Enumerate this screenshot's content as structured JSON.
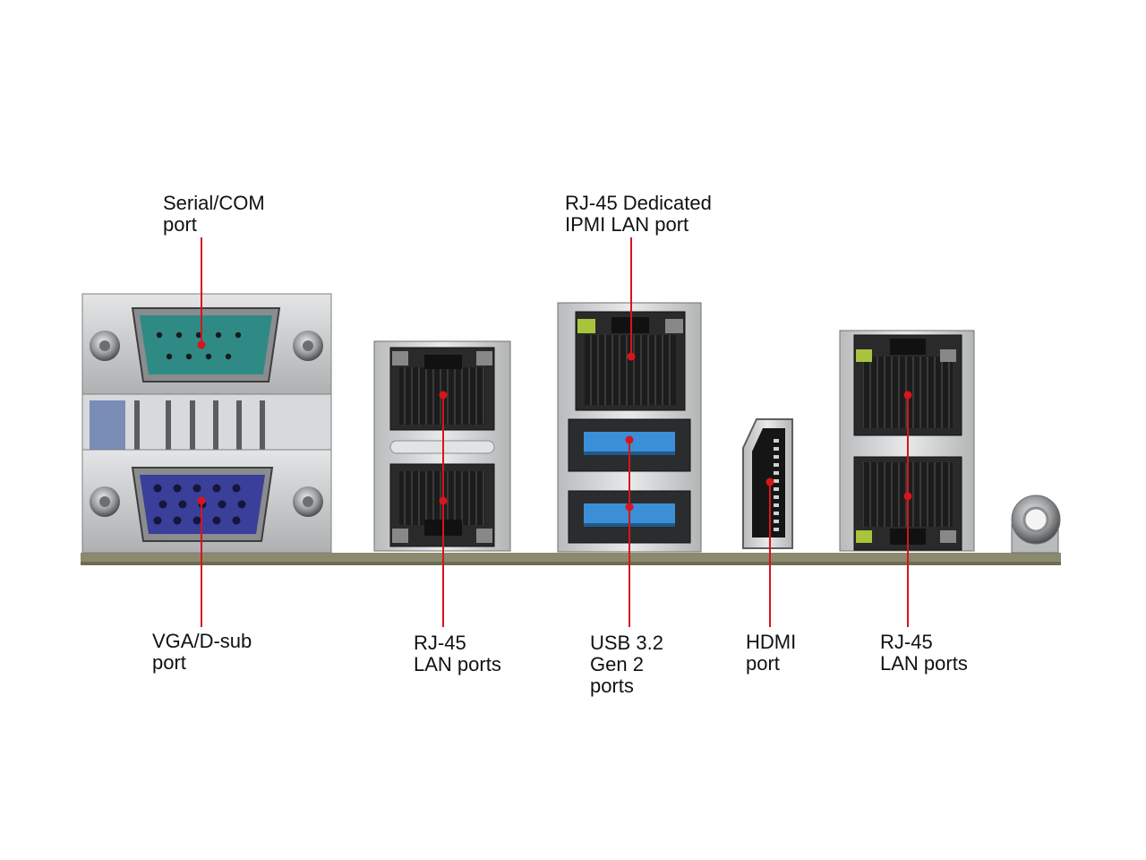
{
  "callouts": {
    "serial_com": {
      "line1": "Serial/COM",
      "line2": "port"
    },
    "ipmi_lan": {
      "line1": "RJ-45 Dedicated",
      "line2": "IPMI LAN port"
    },
    "vga_dsub": {
      "line1": "VGA/D-sub",
      "line2": "port"
    },
    "rj45_left": {
      "line1": "RJ-45",
      "line2": "LAN ports"
    },
    "usb32": {
      "line1": "USB 3.2",
      "line2": "Gen 2",
      "line3": "ports"
    },
    "hdmi": {
      "line1": "HDMI",
      "line2": "port"
    },
    "rj45_right": {
      "line1": "RJ-45",
      "line2": "LAN ports"
    }
  },
  "colors": {
    "leader_line": "#d8141c",
    "serial_connector": "#2f8a86",
    "vga_connector": "#3a3f9a",
    "usb_tongue": "#3b8fd6",
    "metal": "#c9cbcc",
    "board": "#8c8a6e",
    "led_green": "#a8c43c"
  },
  "pins": {
    "serial_top": [
      "1",
      "2",
      "3",
      "4",
      "5"
    ],
    "serial_bottom": [
      "6",
      "7",
      "8",
      "9"
    ]
  }
}
